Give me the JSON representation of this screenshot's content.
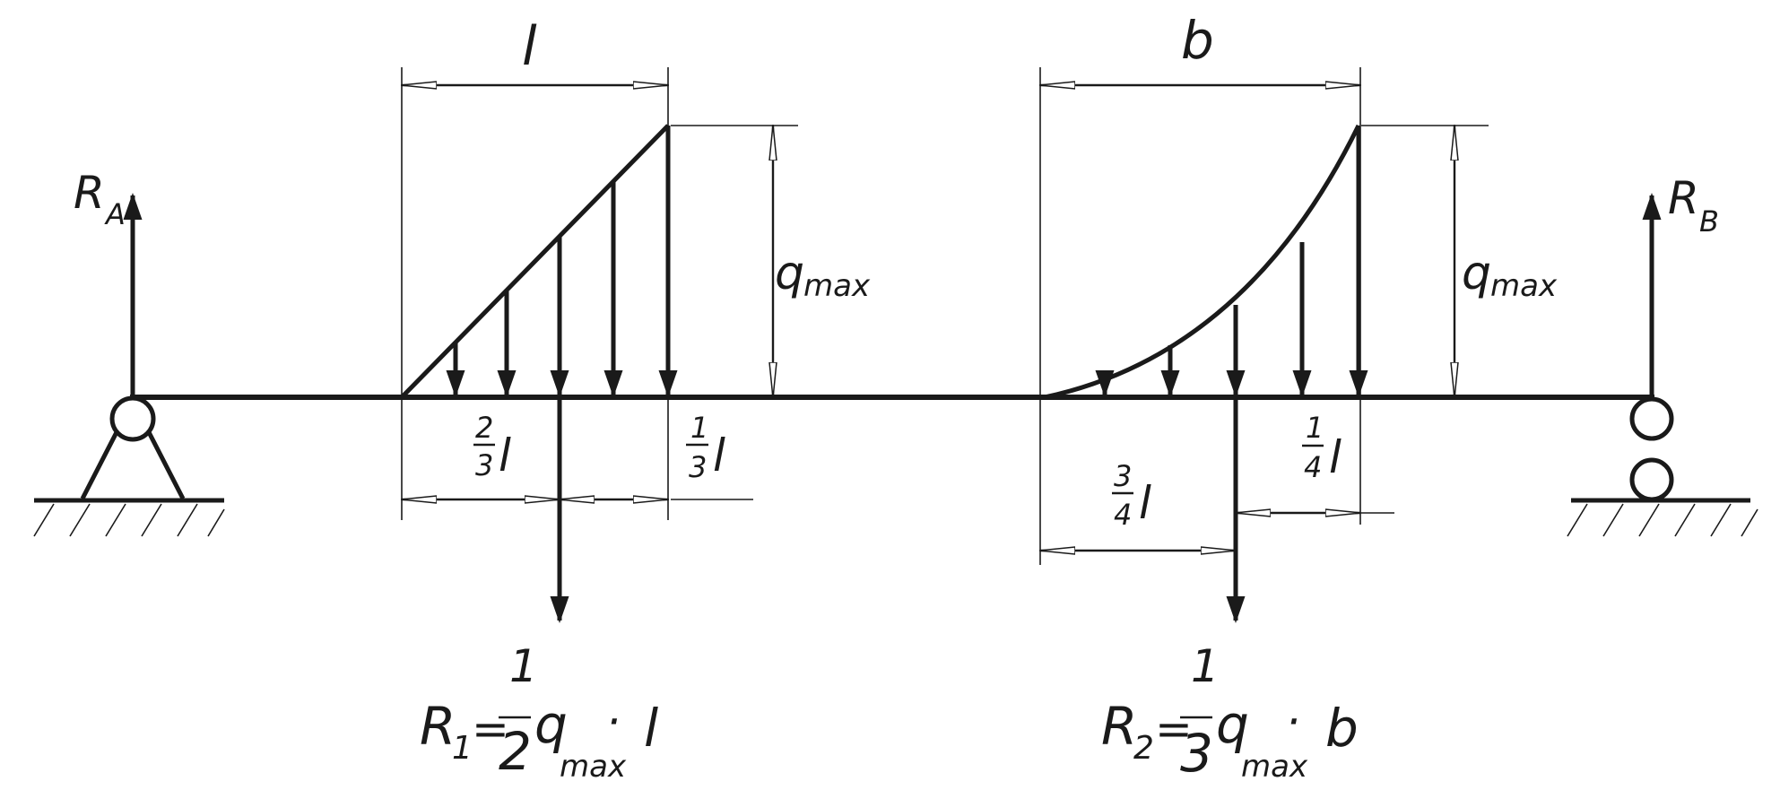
{
  "labels": {
    "ra_main": "R",
    "ra_sub": "A",
    "rb_main": "R",
    "rb_sub": "B",
    "len_l": "l",
    "len_b": "b",
    "qmax_left_main": "q",
    "qmax_left_sub": "max",
    "qmax_right_main": "q",
    "qmax_right_sub": "max",
    "frac_2_num": "2",
    "frac_2_den": "3",
    "frac_2_l": "l",
    "frac_1a_num": "1",
    "frac_1a_den": "3",
    "frac_1a_l": "l",
    "frac_3_num": "3",
    "frac_3_den": "4",
    "frac_3_l": "l",
    "frac_1b_num": "1",
    "frac_1b_den": "4",
    "frac_1b_l": "l",
    "r1_lhs_main": "R",
    "r1_lhs_sub": "1",
    "r1_eq": "=",
    "r1_num": "1",
    "r1_den": "2",
    "r1_q": "q",
    "r1_q_sub": "max",
    "r1_dot": "·",
    "r1_len": "l",
    "r2_lhs_main": "R",
    "r2_lhs_sub": "2",
    "r2_eq": "=",
    "r2_num": "1",
    "r2_den": "3",
    "r2_q": "q",
    "r2_q_sub": "max",
    "r2_dot": "·",
    "r2_len": "b"
  },
  "colors": {
    "ink": "#1a1a1a",
    "background": "#ffffff"
  }
}
